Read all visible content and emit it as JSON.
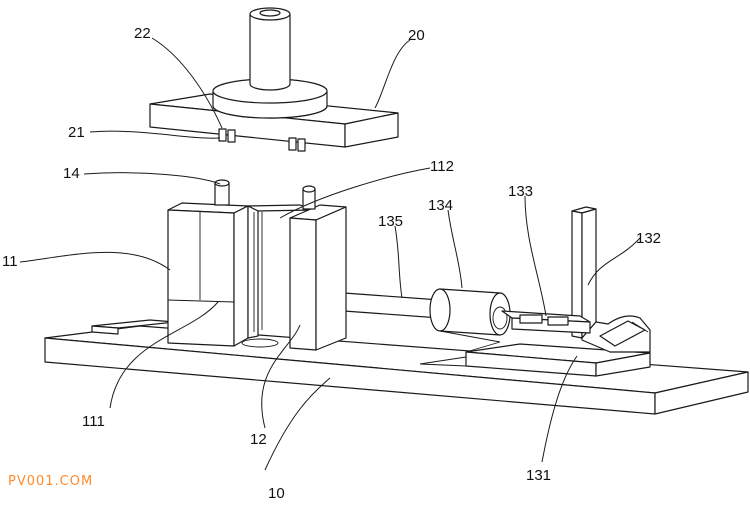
{
  "labels": {
    "l10": "10",
    "l11": "11",
    "l12": "12",
    "l14": "14",
    "l20": "20",
    "l21": "21",
    "l22": "22",
    "l111": "111",
    "l112": "112",
    "l131": "131",
    "l132": "132",
    "l133": "133",
    "l134": "134",
    "l135": "135"
  },
  "watermark": "PV001.COM"
}
